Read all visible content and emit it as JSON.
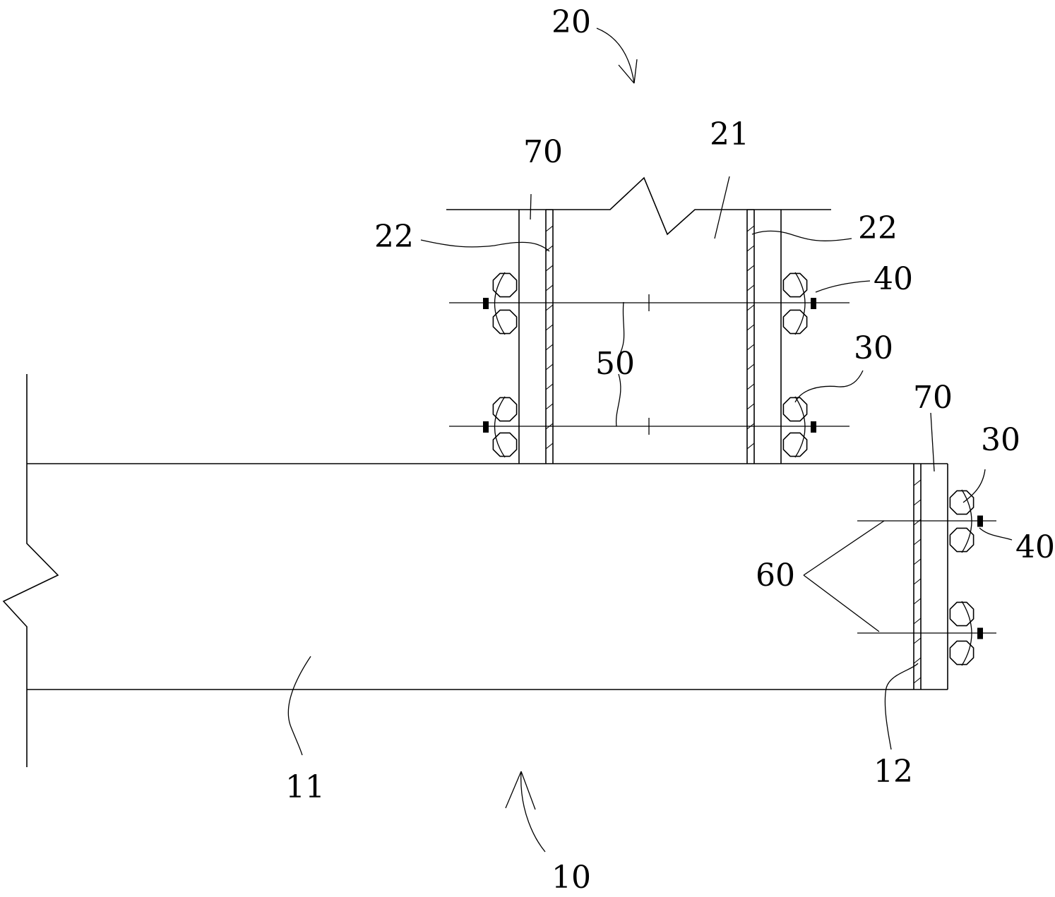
{
  "labels": {
    "ref_20": "20",
    "ref_70_top": "70",
    "ref_21": "21",
    "ref_22_left": "22",
    "ref_22_right": "22",
    "ref_40_top": "40",
    "ref_50": "50",
    "ref_30_top": "30",
    "ref_70_right": "70",
    "ref_30_right": "30",
    "ref_40_right": "40",
    "ref_60": "60",
    "ref_11": "11",
    "ref_12": "12",
    "ref_10": "10"
  }
}
